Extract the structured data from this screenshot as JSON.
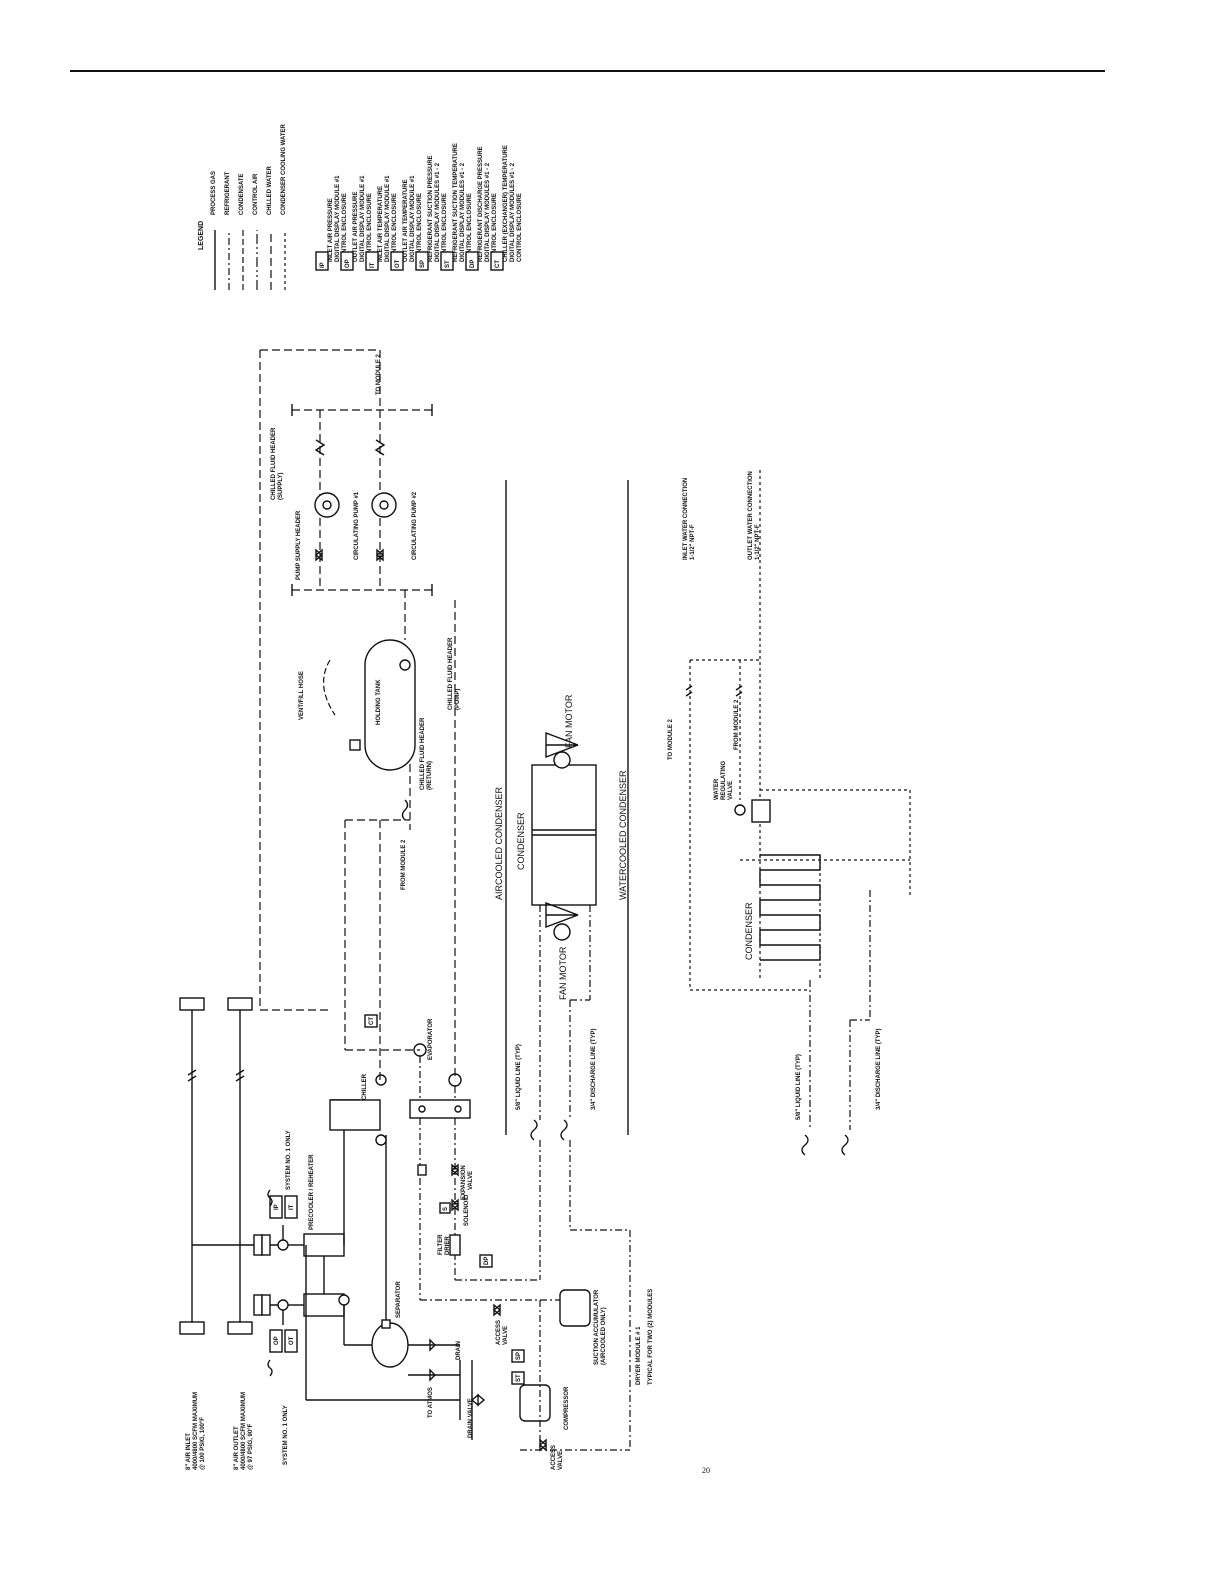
{
  "legend": {
    "title": "LEGEND",
    "lines": [
      {
        "label": "PROCESS GAS",
        "style": "solid"
      },
      {
        "label": "REFRIGERANT",
        "style": "dash-dot"
      },
      {
        "label": "CONDENSATE",
        "style": "dashed"
      },
      {
        "label": "CONTROL AIR",
        "style": "dash-dot-dot"
      },
      {
        "label": "CHILLED WATER",
        "style": "long-dash"
      },
      {
        "label": "CONDENSER COOLING WATER",
        "style": "dotted"
      }
    ],
    "instruments": [
      {
        "tag": "IP",
        "l1": "INLET AIR PRESSURE",
        "l2": "DIGITAL DISPLAY MODULE #1",
        "l3": "CONTROL ENCLOSURE"
      },
      {
        "tag": "OP",
        "l1": "OUTLET AIR PRESSURE",
        "l2": "DIGITAL DISPLAY MODULE #1",
        "l3": "CONTROL ENCLOSURE"
      },
      {
        "tag": "IT",
        "l1": "INLET AIR TEMPERATURE",
        "l2": "DIGITAL DISPLAY MODULE #1",
        "l3": "CONTROL ENCLOSURE"
      },
      {
        "tag": "OT",
        "l1": "OUTLET AIR TEMPERATURE",
        "l2": "DIGITAL DISPLAY MODULE #1",
        "l3": "CONTROL ENCLOSURE"
      },
      {
        "tag": "SP",
        "l1": "REFRIGERANT SUCTION PRESSURE",
        "l2": "DIGITAL DISPLAY MODULES #1 - 2",
        "l3": "CONTROL ENCLOSURE"
      },
      {
        "tag": "ST",
        "l1": "REFRIGERANT SUCTION TEMPERATURE",
        "l2": "DIGITAL DISPLAY MODULES #1 - 2",
        "l3": "CONTROL ENCLOSURE"
      },
      {
        "tag": "DP",
        "l1": "REFRIGERANT DISCHARGE PRESSURE",
        "l2": "DIGITAL DISPLAY MODULES #1 - 2",
        "l3": "CONTROL ENCLOSURE"
      },
      {
        "tag": "CT",
        "l1": "CHILLER (EXCHANGER) TEMPERATURE",
        "l2": "DIGITAL DISPLAY MODULES #1 - 2",
        "l3": "CONTROL ENCLOSURE"
      }
    ]
  },
  "air": {
    "inlet_l1": "8\" AIR INLET",
    "inlet_l2": "4000/4800 SCFM MAXIMUM",
    "inlet_l3": "@ 100 PSIG, 100°F",
    "outlet_l1": "8\" AIR OUTLET",
    "outlet_l2": "4000/4800 SCFM MAXIMUM",
    "outlet_l3": "@ 97 PSIG, 90°F",
    "system_only_top": "SYSTEM NO. 1 ONLY",
    "system_only_bottom": "SYSTEM NO. 1 ONLY"
  },
  "tags": {
    "ip": "IP",
    "it": "IT",
    "op": "OP",
    "ot": "OT",
    "ct": "CT",
    "sp": "SP",
    "st": "ST",
    "dp": "DP",
    "s": "S"
  },
  "components": {
    "precooler": "PRECOOLER / REHEATER",
    "separator": "SEPARATOR",
    "drain": "DRAIN",
    "to_atmos": "TO ATMOS",
    "drain_valve": "DRAIN VALVE",
    "chiller": "CHILLER",
    "evaporator": "EVAPORATOR",
    "expansion_valve_1": "EXPANSION",
    "expansion_valve_2": "VALVE",
    "solenoid": "SOLENOID",
    "filter_drier_1": "FILTER",
    "filter_drier_2": "DRIER",
    "access_valve_1": "ACCESS",
    "access_valve_2": "VALVE",
    "compressor": "COMPRESSOR",
    "suction_acc_1": "SUCTION ACCUMULATOR",
    "suction_acc_2": "(AIRCOOLED ONLY)",
    "dryer_module": "DRYER MODULE # 1",
    "typical": "TYPICAL FOR TWO (2) MODULES",
    "liquid_line": "5/8\" LIQUID LINE (TYP)",
    "discharge_line": "3/4\" DISCHARGE LINE (TYP)",
    "aircooled": "AIRCOOLED CONDENSER",
    "watercooled": "WATERCOOLED CONDENSER",
    "condenser": "CONDENSER",
    "fan_motor": "FAN MOTOR",
    "from_module_2": "FROM MODULE 2",
    "to_module_2": "TO MODULE 2",
    "holding_tank": "HOLDING TANK",
    "vent_fill": "VENT/FILL HOSE",
    "cfh_return_1": "CHILLED FLUID HEADER",
    "cfh_return_2": "(RETURN)",
    "cfh_pump_1": "CHILLED FLUID HEADER",
    "cfh_pump_2": "(PUMP)",
    "cfh_supply_1": "CHILLED FLUID HEADER",
    "cfh_supply_2": "(SUPPLY)",
    "pump_supply_header": "PUMP SUPPLY HEADER",
    "pump1": "CIRCULATING PUMP #1",
    "pump2": "CIRCULATING PUMP #2",
    "water_valve_1": "WATER",
    "water_valve_2": "REGULATING",
    "water_valve_3": "VALVE",
    "inlet_water_1": "INLET WATER CONNECTION",
    "inlet_water_2": "1-1/2\" NPT-F",
    "outlet_water_1": "OUTLET WATER CONNECTION",
    "outlet_water_2": "1-1/2\" NPT-F"
  },
  "page_number": "20"
}
